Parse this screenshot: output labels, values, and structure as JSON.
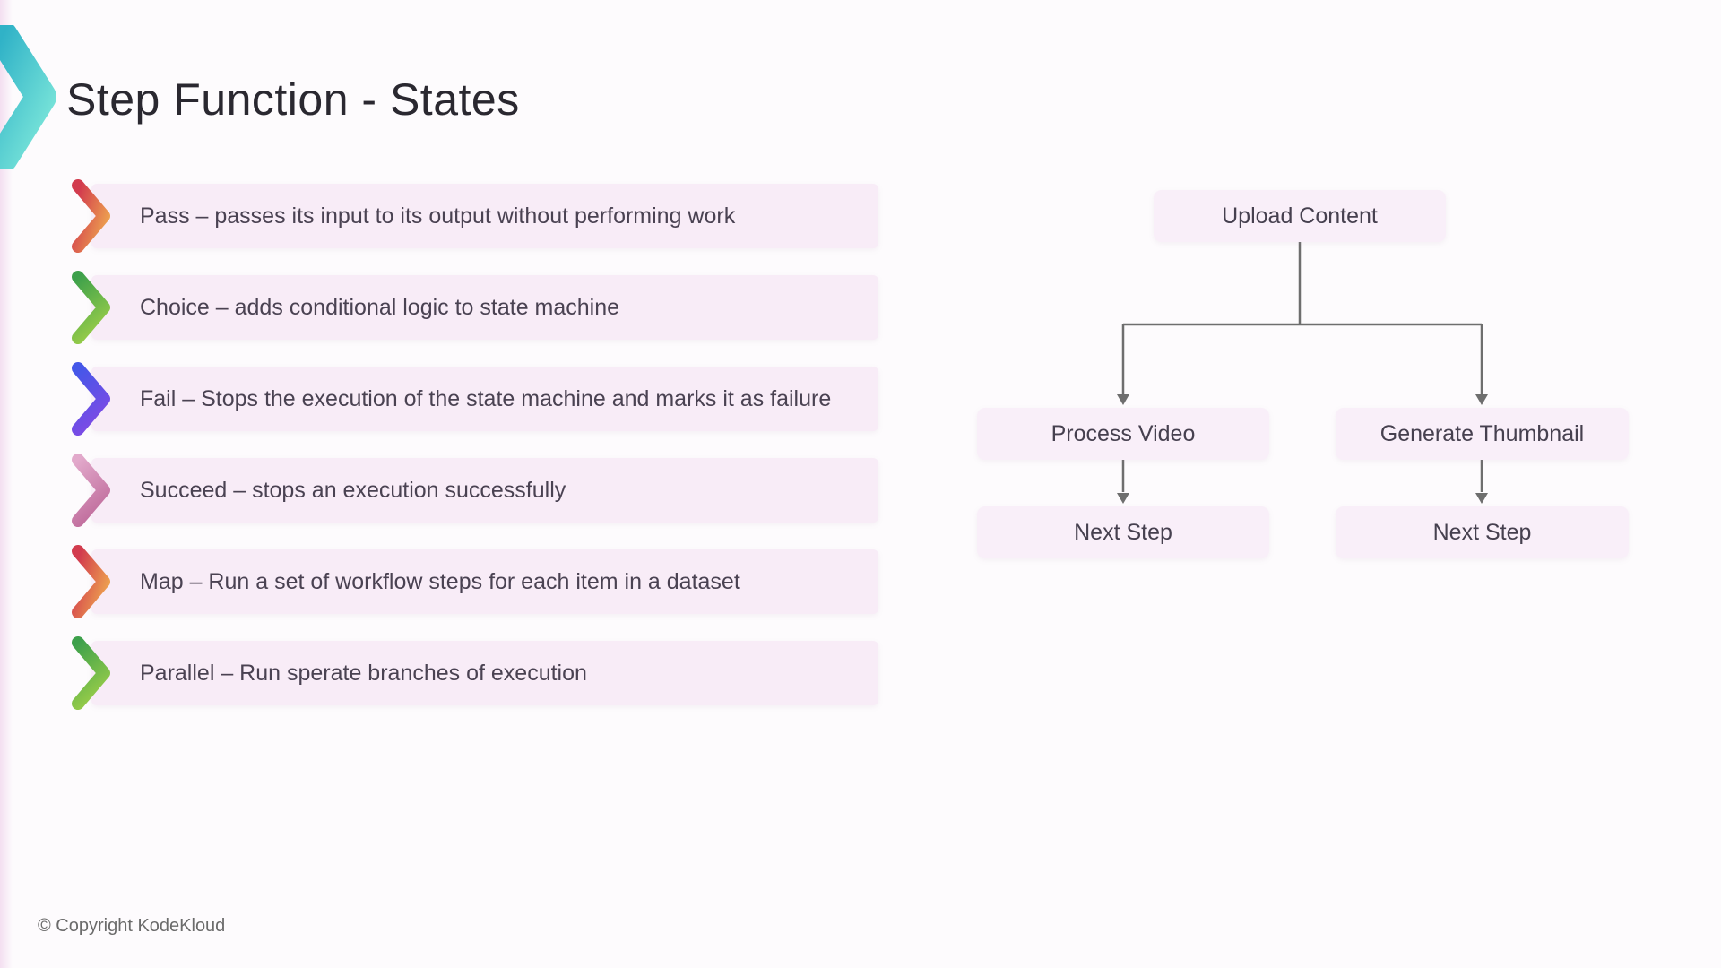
{
  "slide": {
    "title": "Step Function - States",
    "footer_text": "© Copyright KodeKloud"
  },
  "colors": {
    "background": "#fdfbfd",
    "list_panel": "#f8ecf7",
    "flow_panel": "#f9eff9",
    "text": "#4a4252",
    "title_text": "#2a2830",
    "connector": "#6e6e6e",
    "footer_text": "#6b6b6b",
    "logo_gradient_from": "#30b2c7",
    "logo_gradient_to": "#74e1d8"
  },
  "states": [
    {
      "label": "Pass – passes its input to its output without performing work",
      "chevron_from": "#d23b4e",
      "chevron_to": "#eda14f"
    },
    {
      "label": "Choice – adds conditional logic to state machine",
      "chevron_from": "#3da04b",
      "chevron_to": "#93ca49"
    },
    {
      "label": "Fail – Stops the execution of the state machine and marks it as failure",
      "chevron_from": "#4457e8",
      "chevron_to": "#7a4be5"
    },
    {
      "label": "Succeed – stops an execution successfully",
      "chevron_from": "#e2a9cb",
      "chevron_to": "#c2709f"
    },
    {
      "label": "Map – Run a set of workflow steps for each item in a dataset",
      "chevron_from": "#d23b4e",
      "chevron_to": "#eda14f"
    },
    {
      "label": "Parallel – Run sperate branches of execution",
      "chevron_from": "#3da04b",
      "chevron_to": "#93ca49"
    }
  ],
  "flowchart": {
    "root": {
      "label": "Upload Content"
    },
    "branches": [
      {
        "step": {
          "label": "Process Video"
        },
        "next": {
          "label": "Next Step"
        }
      },
      {
        "step": {
          "label": "Generate Thumbnail"
        },
        "next": {
          "label": "Next Step"
        }
      }
    ]
  }
}
